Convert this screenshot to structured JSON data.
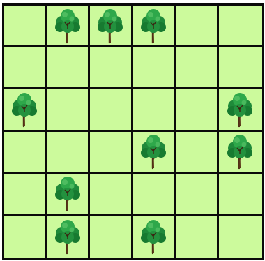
{
  "board": {
    "rows": 6,
    "cols": 6,
    "cell_color": "#ccfa9c",
    "line_color": "#0a0a0a",
    "piece_icon": "tree-icon",
    "cells": [
      [
        "",
        "tree",
        "tree",
        "tree",
        "",
        ""
      ],
      [
        "",
        "",
        "",
        "",
        "",
        ""
      ],
      [
        "tree",
        "",
        "",
        "",
        "",
        "tree"
      ],
      [
        "",
        "",
        "",
        "tree",
        "",
        "tree"
      ],
      [
        "",
        "tree",
        "",
        "",
        "",
        ""
      ],
      [
        "",
        "tree",
        "",
        "tree",
        "",
        ""
      ]
    ]
  }
}
